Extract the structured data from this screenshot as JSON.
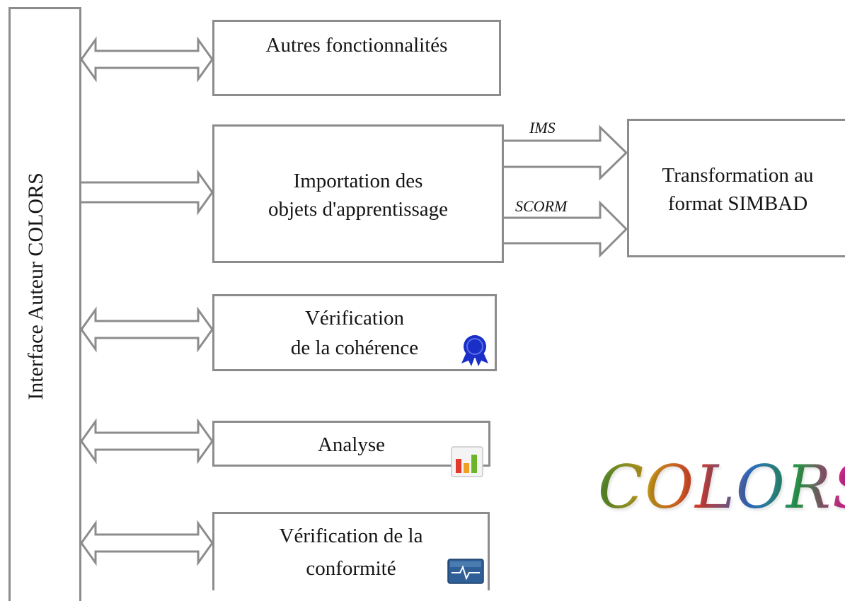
{
  "sidebar": {
    "label": "Interface Auteur COLORS"
  },
  "boxes": {
    "autres": "Autres fonctionnalités",
    "importation_line1": "Importation des",
    "importation_line2": "objets d'apprentissage",
    "transformation_line1": "Transformation au",
    "transformation_line2": "format SIMBAD",
    "coherence_line1": "Vérification",
    "coherence_line2": "de la cohérence",
    "analyse": "Analyse",
    "conformite_line1": "Vérification de la",
    "conformite_line2": "conformité"
  },
  "formats": {
    "ims": "IMS",
    "scorm": "SCORM"
  },
  "logo": {
    "text": "COLORS"
  },
  "icons": [
    "ribbon-award-icon",
    "bar-chart-icon",
    "pulse-monitor-icon"
  ],
  "colors": {
    "border": "#8c8c8c",
    "ribbon": "#1a2fc8"
  }
}
